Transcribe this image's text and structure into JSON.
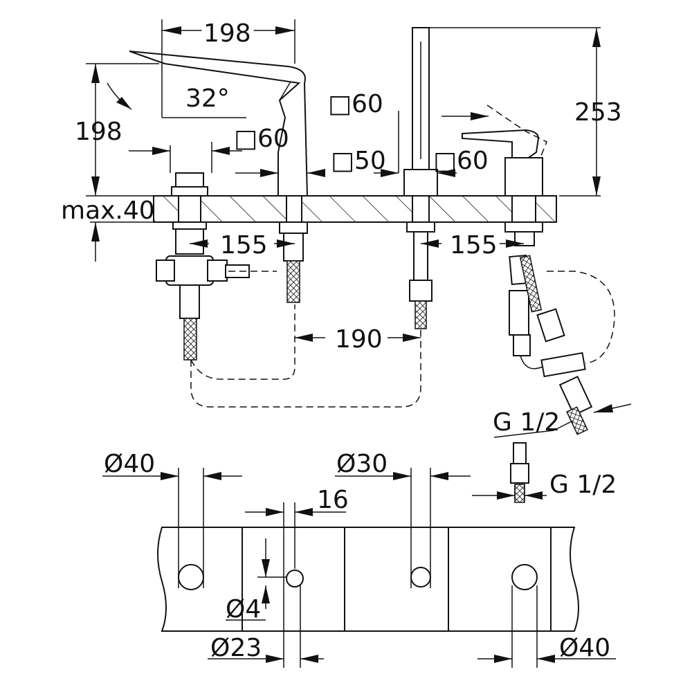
{
  "dimensions": {
    "spout_length": "198",
    "spout_height": "198",
    "spout_angle": "32°",
    "square_60_a": "□60",
    "square_60_b": "□60",
    "square_50": "□50",
    "square_60_c": "□60",
    "total_height": "253",
    "max_deck": "max.40",
    "spacing_left": "155",
    "spacing_right": "155",
    "spacing_center": "190",
    "thread_upper": "G 1/2",
    "thread_lower": "G 1/2",
    "hole_d40_left": "Ø40",
    "hole_d30": "Ø30",
    "offset_16": "16",
    "hole_d4": "Ø4",
    "hole_d23": "Ø23",
    "hole_d40_right": "Ø40"
  }
}
